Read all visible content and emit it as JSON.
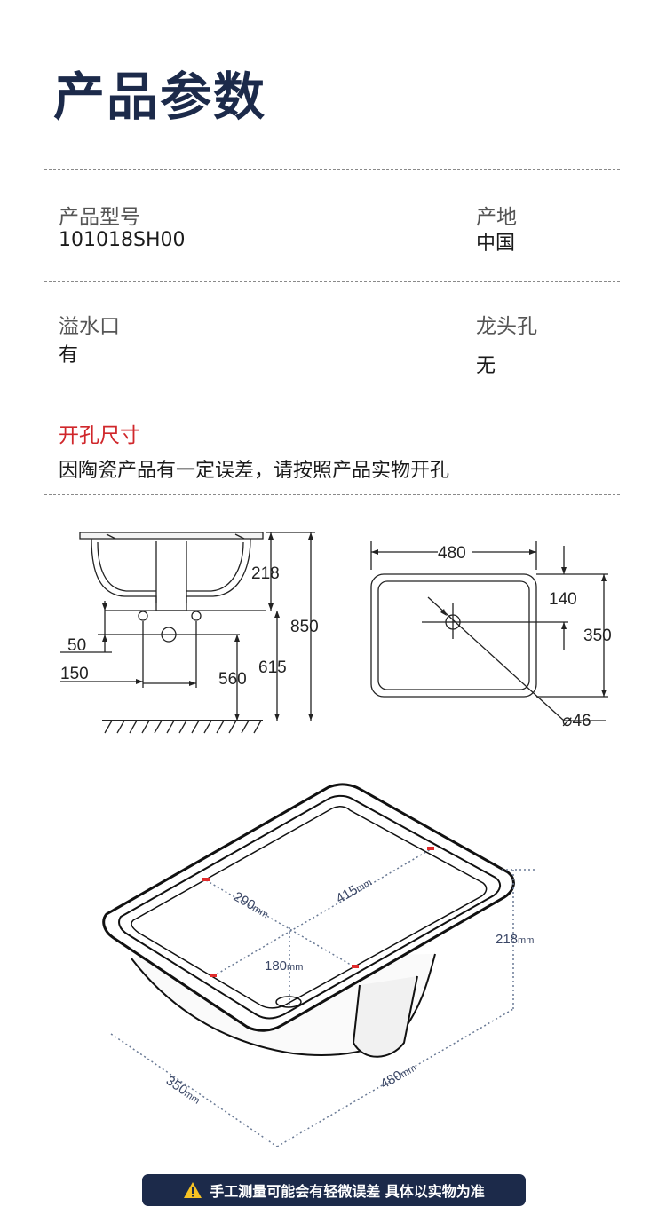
{
  "header": {
    "title": "产品参数"
  },
  "specs": [
    {
      "label": "产品型号",
      "value": "101018SH00"
    },
    {
      "label": "产地",
      "value": "中国"
    },
    {
      "label": "溢水口",
      "value": "有"
    },
    {
      "label": "龙头孔",
      "value": "无"
    }
  ],
  "cutout": {
    "heading": "开孔尺寸",
    "note": "因陶瓷产品有一定误差，请按照产品实物开孔"
  },
  "side_drawing": {
    "dims": [
      "218",
      "850",
      "50",
      "150",
      "560",
      "615"
    ]
  },
  "top_drawing": {
    "dims": [
      "480",
      "140",
      "350",
      "⌀46"
    ]
  },
  "iso_drawing": {
    "dims": [
      "290",
      "415",
      "180",
      "218",
      "350",
      "480"
    ],
    "unit": "mm"
  },
  "footer": {
    "warning": "手工测量可能会有轻微误差 具体以实物为准",
    "icon": "warning-triangle-icon"
  }
}
